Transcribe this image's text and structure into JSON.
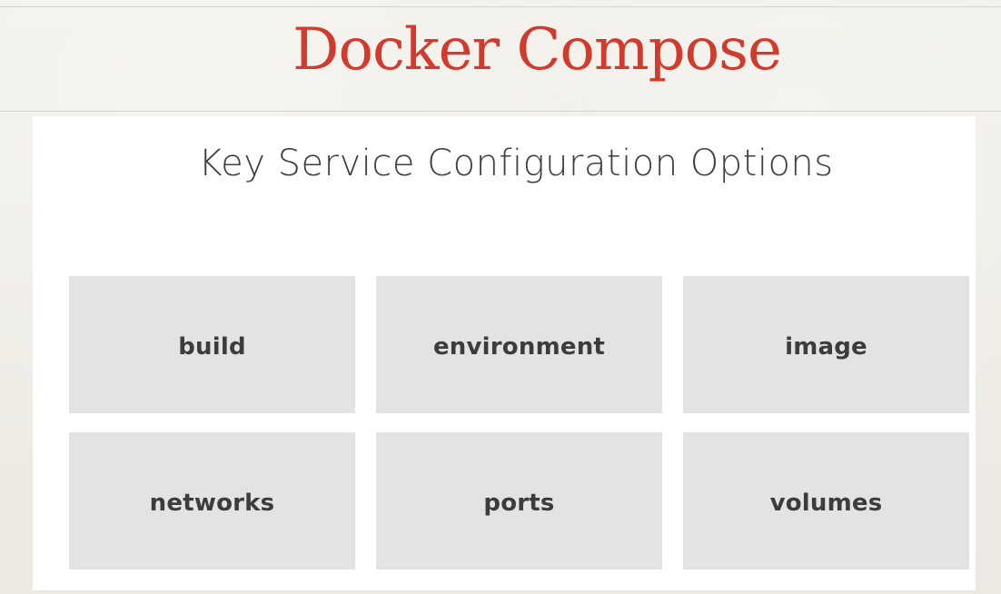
{
  "slide": {
    "title": "Docker Compose",
    "subtitle": "Key Service Configuration Options"
  },
  "options": [
    {
      "label": "build"
    },
    {
      "label": "environment"
    },
    {
      "label": "image"
    },
    {
      "label": "networks"
    },
    {
      "label": "ports"
    },
    {
      "label": "volumes"
    }
  ],
  "colors": {
    "background": "#efede7",
    "accent": "#d03b2d",
    "panel": "#ffffff",
    "tile": "#e3e3e3",
    "text": "#3c3c3c"
  }
}
